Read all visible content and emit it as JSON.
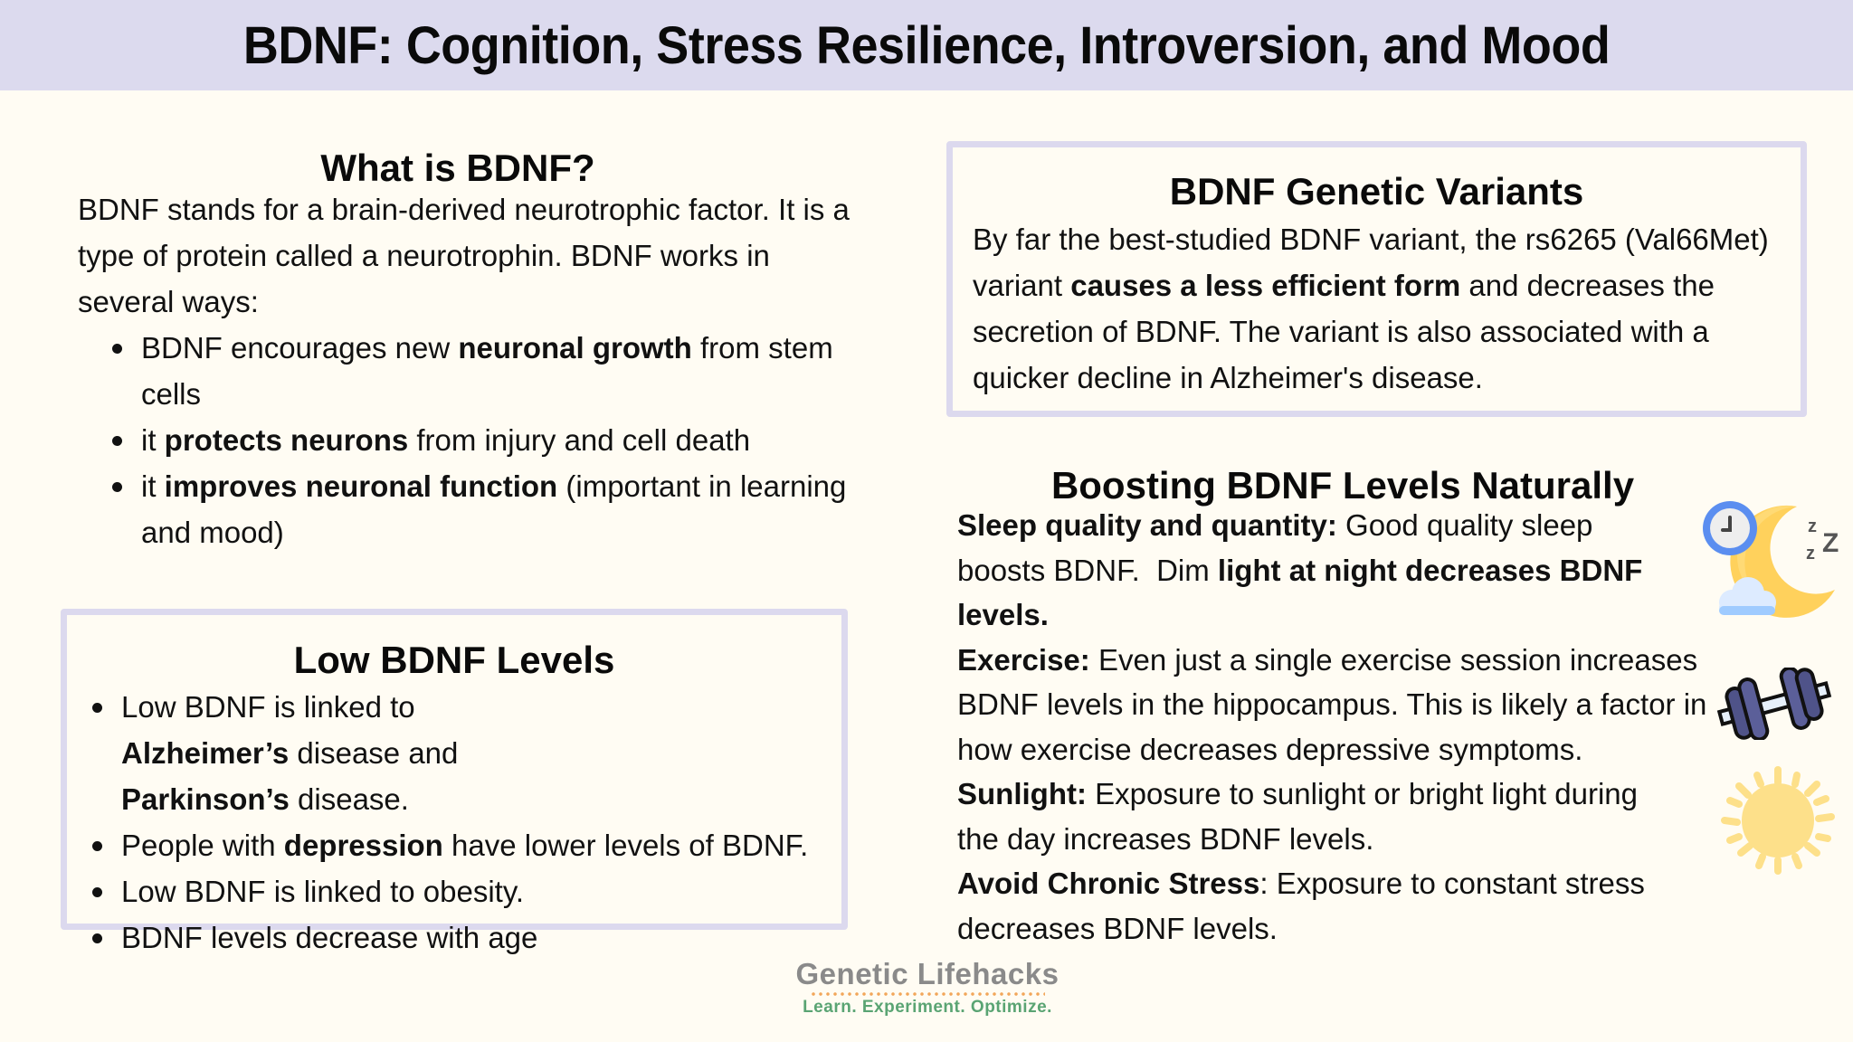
{
  "header": {
    "title": "BDNF: Cognition, Stress Resilience, Introversion, and Mood"
  },
  "what_is": {
    "title": "What is BDNF?",
    "intro": "BDNF stands for a brain-derived neurotrophic factor. It is a type of protein called a neurotrophin. BDNF works in several ways:",
    "bullets": [
      {
        "pre": "BDNF encourages new ",
        "bold": "neuronal growth",
        "post": " from stem cells"
      },
      {
        "pre": "it ",
        "bold": "protects neurons",
        "post": " from injury and cell death"
      },
      {
        "pre": "it ",
        "bold": "improves neuronal function",
        "post": " (important in learning and mood)"
      }
    ]
  },
  "low_levels": {
    "title": "Low BDNF Levels",
    "bullets": [
      {
        "pre": "Low BDNF is linked to ",
        "bold": "Alzheimer’s",
        "mid": " disease and ",
        "bold2": "Parkinson’s",
        "post": " disease."
      },
      {
        "pre": "People with ",
        "bold": "depression",
        "post": " have lower levels of BDNF."
      },
      {
        "text": "Low BDNF is linked to obesity."
      },
      {
        "text": "BDNF levels decrease with age"
      }
    ]
  },
  "variants": {
    "title": "BDNF Genetic Variants",
    "pre": "By far the best-studied BDNF variant, the rs6265 (Val66Met) variant ",
    "bold": "causes a less efficient form",
    "post": " and decreases the secretion of BDNF. The variant is also associated with a quicker decline in Alzheimer's disease."
  },
  "boosting": {
    "title": "Boosting BDNF Levels Naturally",
    "items": [
      {
        "label": "Sleep quality and quantity:",
        "text": " Good quality sleep boosts BDNF.  Dim ",
        "bold": "light at night decreases BDNF levels.",
        "icon": "sleep-moon-clock-icon"
      },
      {
        "label": "Exercise:",
        "text": " Even just a single exercise session increases BDNF levels in the hippocampus. This is likely a factor in how exercise decreases depressive symptoms.",
        "icon": "dumbbell-icon"
      },
      {
        "label": "Sunlight:",
        "text": " Exposure to sunlight or bright light during the day increases BDNF levels.",
        "icon": "sun-icon"
      },
      {
        "label": "Avoid Chronic Stress",
        "text": ": Exposure to constant stress decreases BDNF levels."
      }
    ]
  },
  "logo": {
    "name": "Genetic Lifehacks",
    "tagline": "Learn. Experiment. Optimize."
  },
  "colors": {
    "header_bg": "#dcdaee",
    "page_bg": "#fffcf3",
    "box_border": "#dcd9ee",
    "logo_gray": "#8a8a8a",
    "logo_green": "#5aa473",
    "logo_dots": "#f2a65a"
  }
}
